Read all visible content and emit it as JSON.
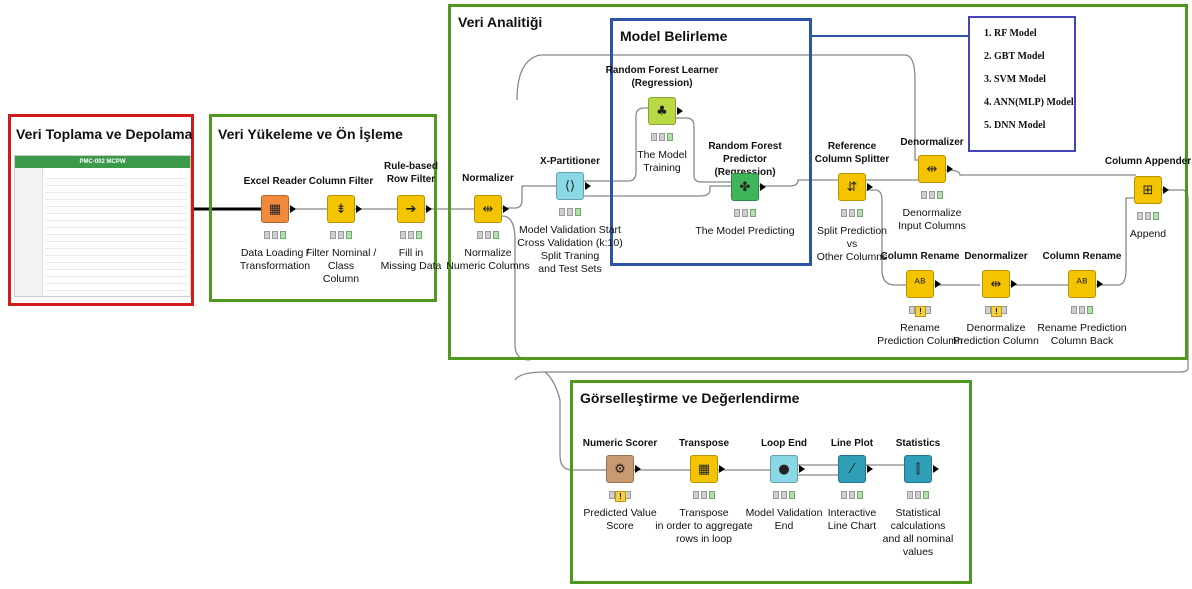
{
  "panels": {
    "collect": {
      "title": "Veri Toplama ve Depolama",
      "sheet_title": "PMC-002 MCPW"
    },
    "load": {
      "title": "Veri Yükeleme ve Ön İşleme"
    },
    "analytics": {
      "title": "Veri Analitiği"
    },
    "model": {
      "title": "Model Belirleme"
    },
    "viz": {
      "title": "Görselleştirme ve Değerlendirme"
    }
  },
  "models": [
    "1.   RF Model",
    "2.   GBT Model",
    "3.   SVM Model",
    "4.   ANN(MLP) Model",
    "5.   DNN Model"
  ],
  "nodes": {
    "excel_reader": {
      "title": "Excel Reader",
      "desc": "Data Loading /\nTransformation",
      "color": "#f08a3c"
    },
    "column_filter": {
      "title": "Column Filter",
      "desc": "Filter  Nominal /\nClass\nColumn",
      "color": "#f5c400"
    },
    "rule_filter": {
      "title": "Rule-based\nRow Filter",
      "desc": "Fill in\nMissing Data",
      "color": "#f5c400"
    },
    "normalizer": {
      "title": "Normalizer",
      "desc": "Normalize\nNumeric  Columns",
      "color": "#f5c400"
    },
    "x_partitioner": {
      "title": "X-Partitioner",
      "desc": "Model Validation Start\nCross Validation (k:10)\nSplit Traning\nand Test Sets",
      "color": "#8ad7e6"
    },
    "rf_learner": {
      "title": "Random Forest Learner\n(Regression)",
      "desc": "The Model\nTraining",
      "color": "#b8d944"
    },
    "rf_predictor": {
      "title": "Random Forest Predictor\n(Regression)",
      "desc": "The Model Predicting",
      "color": "#3fb45a"
    },
    "ref_splitter": {
      "title": "Reference\nColumn Splitter",
      "desc": "Split  Prediction\nvs\nOther  Columns",
      "color": "#f5c400"
    },
    "denormalizer1": {
      "title": "Denormalizer",
      "desc": "Denormalize\nInput Columns",
      "color": "#f5c400"
    },
    "column_appender": {
      "title": "Column Appender",
      "desc": "Append",
      "color": "#f5c400"
    },
    "column_rename1": {
      "title": "Column Rename",
      "desc": "Rename\nPrediction  Column",
      "color": "#f5c400"
    },
    "denormalizer2": {
      "title": "Denormalizer",
      "desc": "Denormalize\nPrediction  Column",
      "color": "#f5c400"
    },
    "column_rename2": {
      "title": "Column Rename",
      "desc": "Rename  Prediction\nColumn  Back",
      "color": "#f5c400"
    },
    "numeric_scorer": {
      "title": "Numeric Scorer",
      "desc": "Predicted Value\nScore",
      "color": "#c89a72"
    },
    "transpose": {
      "title": "Transpose",
      "desc": "Transpose\nin order to aggregate\nrows in loop",
      "color": "#f5c400"
    },
    "loop_end": {
      "title": "Loop End",
      "desc": "Model Validation\nEnd",
      "color": "#8ad7e6"
    },
    "line_plot": {
      "title": "Line Plot",
      "desc": "Interactive\nLine Chart",
      "color": "#2f9fb8"
    },
    "statistics": {
      "title": "Statistics",
      "desc": "Statistical\ncalculations\nand all nominal\nvalues",
      "color": "#2f9fb8"
    }
  },
  "icons": {
    "excel_reader": "▦",
    "column_filter": "⇟",
    "rule_filter": "➔",
    "normalizer": "⇹",
    "x_partitioner": "⟨⟩",
    "rf_learner": "♣",
    "rf_predictor": "✤",
    "ref_splitter": "⇵",
    "denormalizer1": "⇹",
    "column_appender": "⊞",
    "column_rename1": "ᴬᴮ",
    "denormalizer2": "⇹",
    "column_rename2": "ᴬᴮ",
    "numeric_scorer": "⚙",
    "transpose": "▦",
    "loop_end": "●",
    "line_plot": "⁄",
    "statistics": "⫿"
  },
  "colors": {
    "collect_border": "#d11a1a",
    "green_border": "#4f9a1e",
    "model_border": "#2c55a8",
    "list_border": "#4444bb"
  }
}
